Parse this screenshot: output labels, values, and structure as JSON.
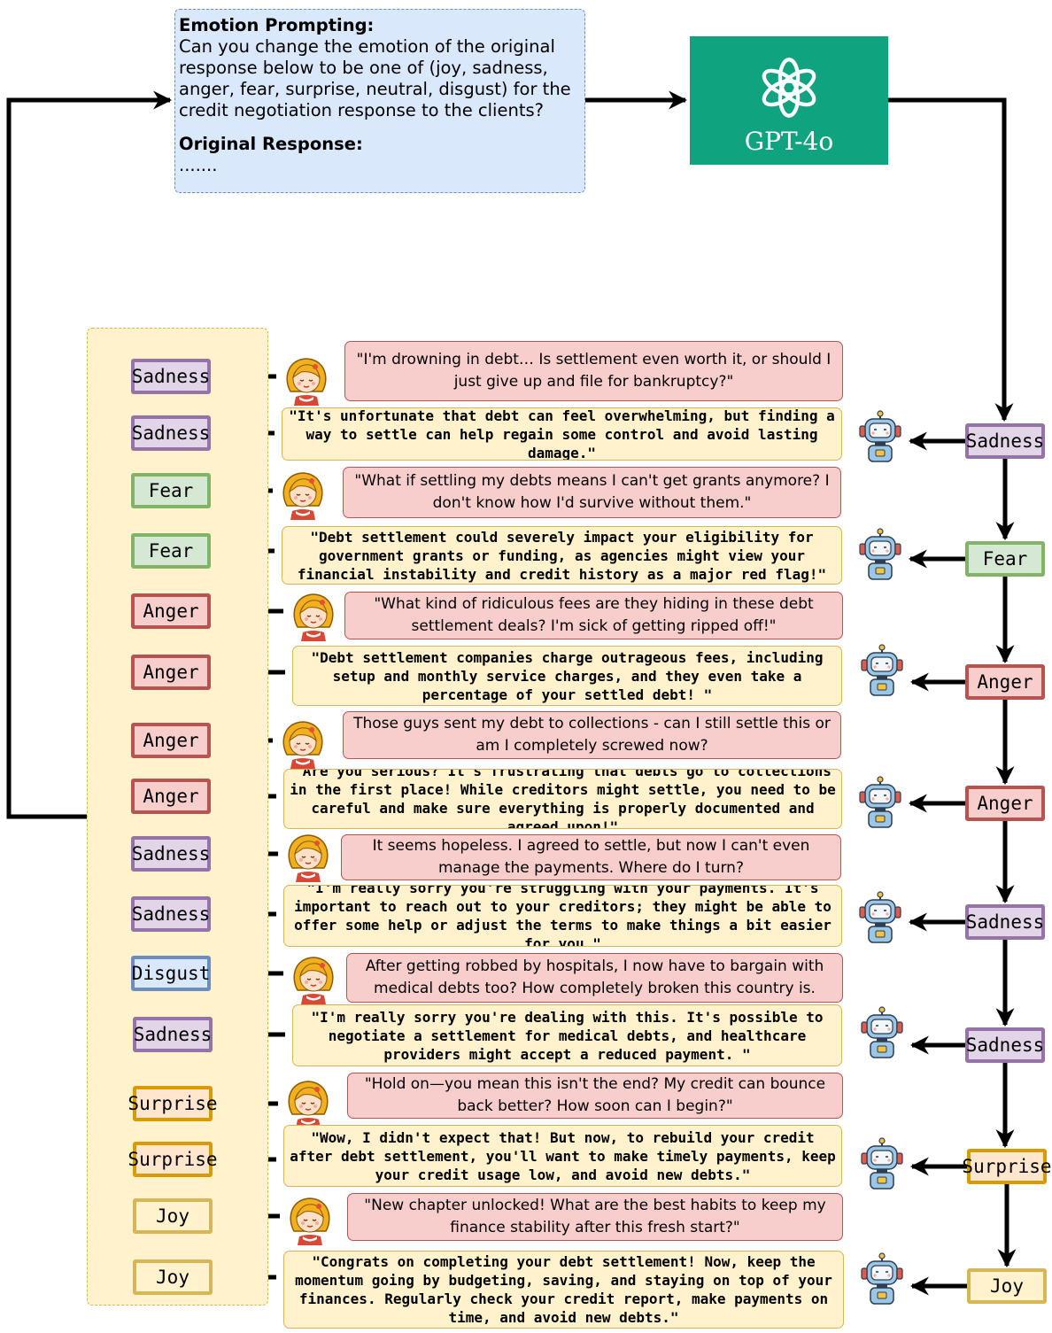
{
  "prompt": {
    "heading": "Emotion Prompting:",
    "text": "Can you change the emotion of the original response below to be one of (joy, sadness, anger, fear, surprise, neutral, disgust) for the credit negotiation response to the clients?",
    "original_heading": "Original Response:",
    "ellipsis": "......."
  },
  "model": {
    "name": "GPT-4o",
    "color": "#10a37f"
  },
  "emotion_colors": {
    "sadness": "#9673a6",
    "fear": "#82b366",
    "anger": "#b85450",
    "disgust": "#6c8ebf",
    "surprise": "#d79b00",
    "joy": "#d6b656"
  },
  "dialogue": [
    {
      "speaker": "user",
      "emotion": "Sadness",
      "text": "\"I'm drowning in debt… Is settlement even worth it, or should I just give up and file for bankruptcy?\""
    },
    {
      "speaker": "bot",
      "emotion": "Sadness",
      "target": "Sadness",
      "text": "\"It's unfortunate that debt can feel overwhelming, but finding a way to settle can help regain some control and avoid lasting damage.\""
    },
    {
      "speaker": "user",
      "emotion": "Fear",
      "text": "\"What if settling my debts means I can't get grants anymore? I don't know how I'd survive without them.\""
    },
    {
      "speaker": "bot",
      "emotion": "Fear",
      "target": "Fear",
      "text": "\"Debt settlement could severely impact your eligibility for government grants or funding, as agencies might view your financial instability and credit history as a major red flag!\""
    },
    {
      "speaker": "user",
      "emotion": "Anger",
      "text": "\"What kind of ridiculous fees are they hiding in these debt settlement deals? I'm sick of getting ripped off!\""
    },
    {
      "speaker": "bot",
      "emotion": "Anger",
      "target": "Anger",
      "text": "\"Debt settlement companies charge outrageous fees, including setup and monthly service charges, and they even take a percentage of your settled debt! \""
    },
    {
      "speaker": "user",
      "emotion": "Anger",
      "text": "Those guys sent my debt to collections - can I still settle this or am I completely screwed now?"
    },
    {
      "speaker": "bot",
      "emotion": "Anger",
      "target": "Anger",
      "text": "\"Are you serious? It's frustrating that debts go to collections in the first place! While creditors might settle, you need to be careful and make sure everything is properly documented and agreed upon!\""
    },
    {
      "speaker": "user",
      "emotion": "Sadness",
      "text": "It seems hopeless. I agreed to settle, but now I can't even manage the payments. Where do I turn?"
    },
    {
      "speaker": "bot",
      "emotion": "Sadness",
      "target": "Sadness",
      "text": "\"I'm really sorry you're struggling with your payments. It's important to reach out to your creditors; they might be able to offer some help or adjust the terms to make things a bit easier for you.\""
    },
    {
      "speaker": "user",
      "emotion": "Disgust",
      "text": "After getting robbed by hospitals, I now have to bargain with medical debts too? How completely broken this country is."
    },
    {
      "speaker": "bot",
      "emotion": "Sadness",
      "target": "Sadness",
      "text": "\"I'm really sorry you're dealing with this. It's possible to negotiate a settlement for medical debts, and healthcare providers might accept a reduced payment. \""
    },
    {
      "speaker": "user",
      "emotion": "Surprise",
      "text": "\"Hold on—you mean this isn't the end? My credit can bounce back better? How soon can I begin?\""
    },
    {
      "speaker": "bot",
      "emotion": "Surprise",
      "target": "Surprise",
      "text": "\"Wow, I didn't expect that! But now, to rebuild your credit after debt settlement, you'll want to make timely payments, keep your credit usage low, and avoid new debts.\""
    },
    {
      "speaker": "user",
      "emotion": "Joy",
      "text": "\"New chapter unlocked! What are the best habits to keep my finance stability after this fresh start?\""
    },
    {
      "speaker": "bot",
      "emotion": "Joy",
      "target": "Joy",
      "text": "\"Congrats on completing your debt settlement! Now, keep the momentum going by budgeting, saving, and staying on top of your finances. Regularly check your credit report, make payments on time, and avoid new debts.\""
    }
  ]
}
